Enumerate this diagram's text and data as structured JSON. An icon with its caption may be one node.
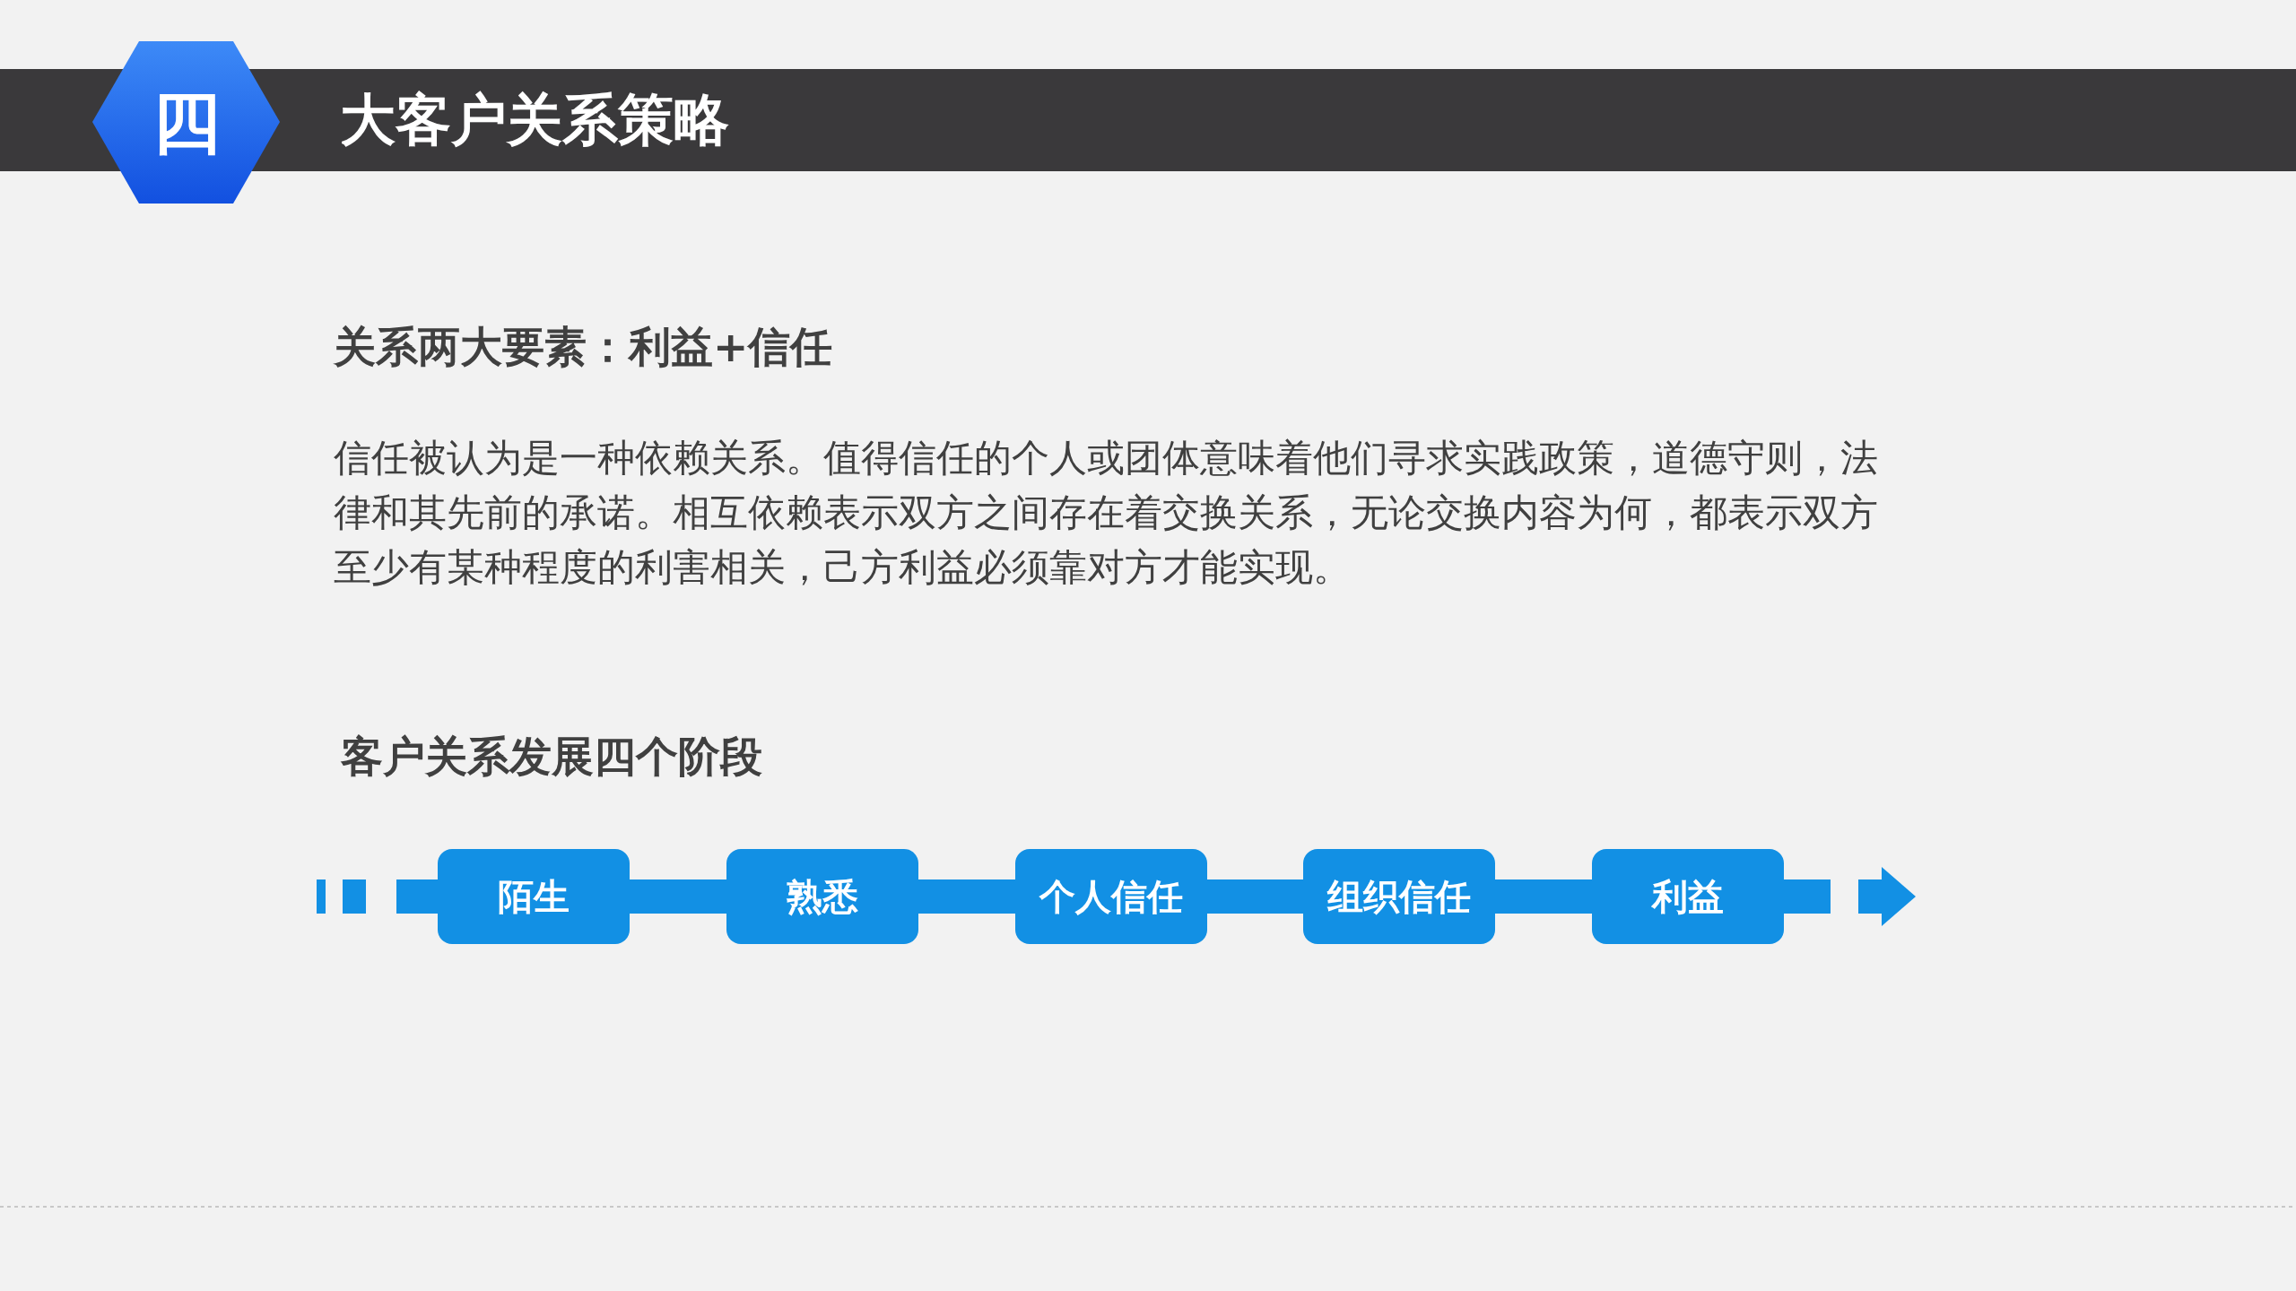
{
  "diagram": {
    "title": "大客户关系策略",
    "nodes": [
      {
        "text": [
          "四"
        ]
      },
      {
        "text": [
          "陌生"
        ]
      },
      {
        "text": [
          "熟悉"
        ]
      },
      {
        "text": [
          "个人信任"
        ]
      },
      {
        "text": [
          "组织信任"
        ]
      },
      {
        "text": [
          "利益"
        ]
      }
    ],
    "edges": [
      {
        "from": null,
        "to": 1,
        "arrow": "none",
        "style": "dashed"
      },
      {
        "from": 1,
        "to": 2,
        "arrow": "none"
      },
      {
        "from": 2,
        "to": 3,
        "arrow": "none"
      },
      {
        "from": 3,
        "to": 4,
        "arrow": "none"
      },
      {
        "from": 4,
        "to": 5,
        "arrow": "none"
      },
      {
        "from": 5,
        "to": null,
        "arrow": "to",
        "style": "dashed"
      }
    ],
    "labels": [
      "关系两大要素：利益+信任",
      "信任被认为是一种依赖关系。值得信任的个人或团体意味着他们寻求实践政策，道德守则，法律和其先前的承诺。相互依赖表示双方之间存在着交换关系，无论交换内容为何，都表示双方至少有某种程度的利害相关，己方利益必须靠对方才能实现。",
      "客户关系发展四个阶段"
    ]
  }
}
